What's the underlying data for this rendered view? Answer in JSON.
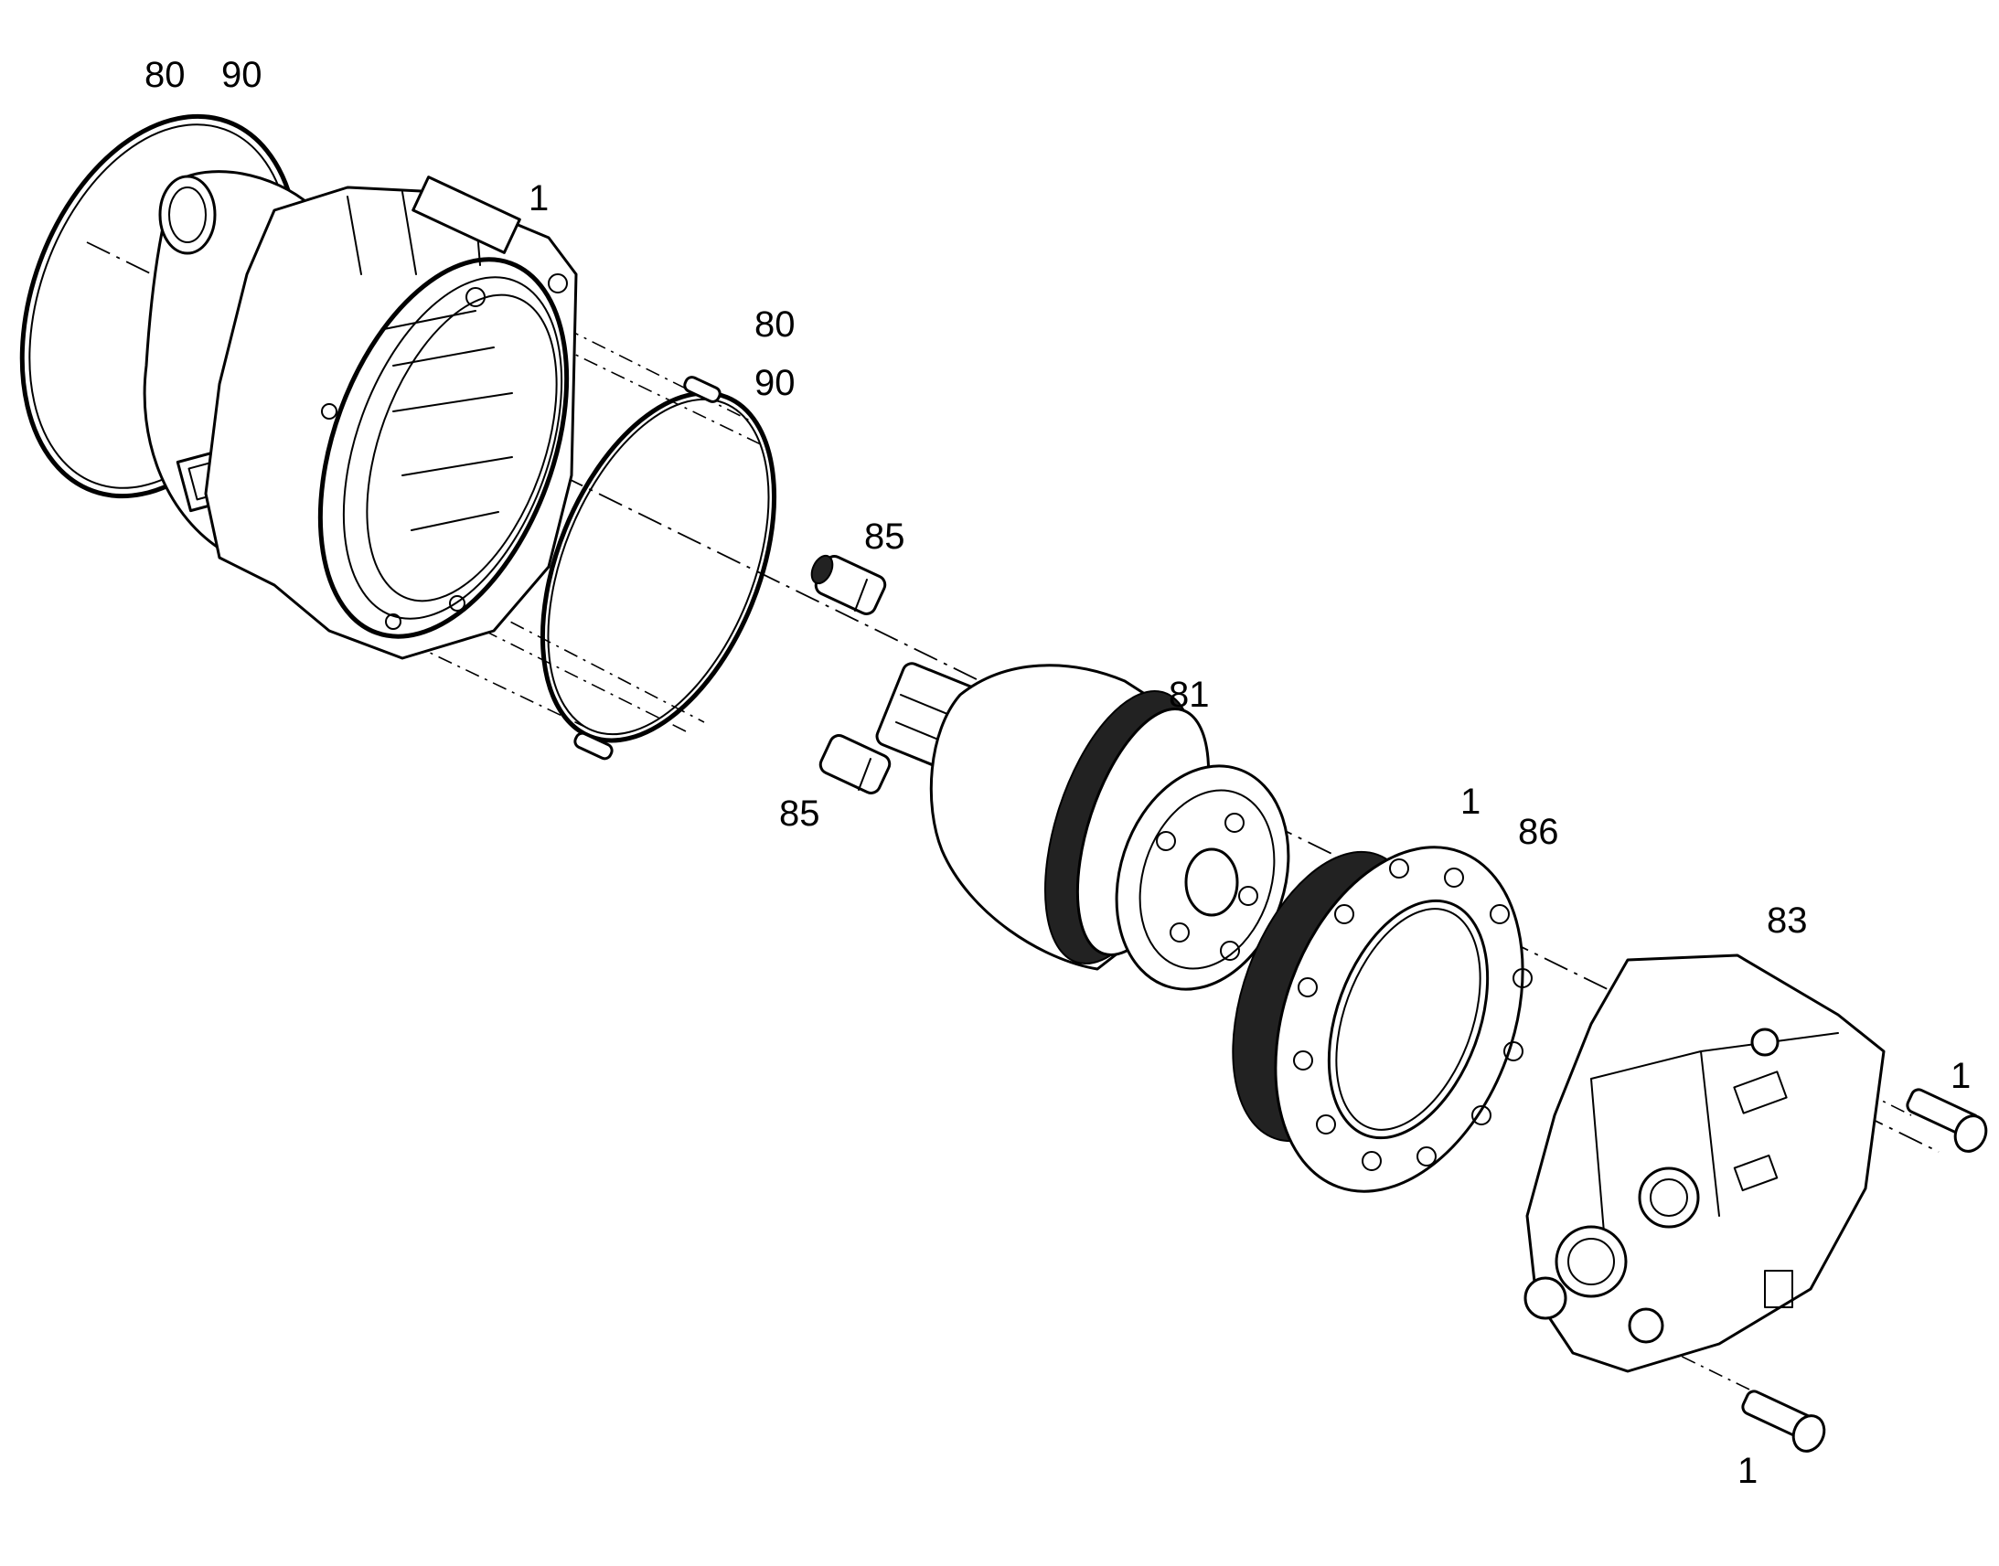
{
  "diagram": {
    "type": "exploded-parts-view",
    "callouts": [
      {
        "id": "c1",
        "text": "80"
      },
      {
        "id": "c2",
        "text": "90"
      },
      {
        "id": "c3",
        "text": "1"
      },
      {
        "id": "c4",
        "text": "80"
      },
      {
        "id": "c5",
        "text": "90"
      },
      {
        "id": "c6",
        "text": "85"
      },
      {
        "id": "c7",
        "text": "81"
      },
      {
        "id": "c8",
        "text": "85"
      },
      {
        "id": "c9",
        "text": "1"
      },
      {
        "id": "c10",
        "text": "86"
      },
      {
        "id": "c11",
        "text": "83"
      },
      {
        "id": "c12",
        "text": "1"
      },
      {
        "id": "c13",
        "text": "1"
      }
    ]
  }
}
